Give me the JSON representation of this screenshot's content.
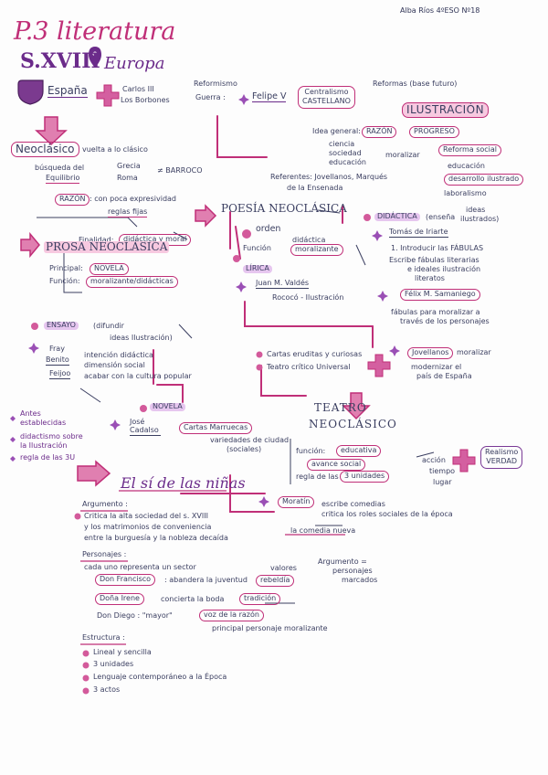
{
  "author": "Alba Ríos 4ºESO Nº18",
  "title": "P.3 literatura",
  "century": "S.XVIII",
  "region": "Europa",
  "spain": {
    "label": "España",
    "carlos": "Carlos III",
    "borbones": "Los Borbones",
    "reformismo": "Reformismo",
    "guerra": "Guerra :",
    "felipe": "Felipe V",
    "centralismo": "Centralismo",
    "castellano": "CASTELLANO",
    "reformas": "Reformas (base futuro)"
  },
  "ilustracion": {
    "title": "ILUSTRACIÓN",
    "idea": "Idea general:",
    "razon": "RAZÓN",
    "progreso": "PROGRESO",
    "ciencia": "ciencia",
    "sociedad": "sociedad",
    "educacion": "educación",
    "moralizar": "moralizar",
    "reforma": "Reforma social",
    "r1": "educación",
    "r2": "desarrollo ilustrado",
    "r3": "laboralismo",
    "ref_label": "Referentes: Jovellanos, Marqués",
    "ref_label2": "de la Ensenada"
  },
  "neoclasico": {
    "title": "Neoclásico",
    "vuelta": "vuelta a lo clásico",
    "busqueda": "búsqueda del",
    "equilibrio": "Equilibrio",
    "grecia": "Grecia",
    "roma": "Roma",
    "barroco": "≠ BARROCO",
    "razon": "RAZÓN",
    "control": ": con poca expresividad",
    "reglas": "reglas fijas",
    "finalidad": "Finalidad:",
    "didactica": "didáctica y moral"
  },
  "poesia": {
    "title": "POESÍA NEOCLÁSICA",
    "orden": "orden",
    "funcion": "Función",
    "didactica": "didáctica",
    "moralizante": "moralizante",
    "lirica": "LÍRICA",
    "juan": "Juan M. Valdés",
    "rococo": "Rococó - Ilustración",
    "didactica_label": "DIDÁCTICA",
    "ensenar": "(enseña",
    "ideas": "ideas",
    "ilustrados": "ilustrados)",
    "iriarte": "Tomás de Iriarte",
    "i1": "1. Introducir las FÁBULAS",
    "i2": "Escribe fábulas literarias",
    "i3": "e ideales ilustración",
    "i4": "literatos",
    "samaniego": "Félix M. Samaniego",
    "s1": "fábulas para moralizar a",
    "s2": "través de los personajes"
  },
  "prosa": {
    "title": "PROSA NEOCLÁSICA",
    "principal": "Principal:",
    "novela": "NOVELA",
    "funcion": "Función:",
    "moralizante": "moralizante/didácticas",
    "ensayo": "ENSAYO",
    "difundir": "(difundir",
    "ideas": "ideas Ilustración)",
    "feijoo1": "Fray",
    "feijoo2": "Benito",
    "feijoo3": "Feijoo",
    "f1": "intención didáctica",
    "f2": "dimensión social",
    "f3": "acabar con la cultura popular",
    "cadalso_cartas": "Cartas eruditas y curiosas",
    "teatro_critico": "Teatro crítico Universal",
    "jovellanos": "Jovellanos",
    "jov1": "moralizar",
    "jov2": "modernizar el",
    "jov3": "país de España",
    "cadalso": "José Cadalso",
    "cartas": "Cartas Marruecas",
    "cartas_desc": "variedades de ciudad",
    "cartas_desc2": "(sociales)"
  },
  "notas": {
    "n1": "Antes",
    "n2": "establecidas",
    "n3": "didactismo sobre",
    "n4": "la Ilustración",
    "n5": "regla de las 3U"
  },
  "teatro": {
    "title1": "TEATRO",
    "title2": "NEOCLÁSICO",
    "f": "función:",
    "fv": "educativa",
    "a": "avance social",
    "r": "regla de las",
    "rv": "3 unidades",
    "acc": "acción",
    "tiempo": "tiempo",
    "lugar": "lugar",
    "realismo": "Realismo",
    "verdad": "VERDAD"
  },
  "si": {
    "title": "El sí de las niñas",
    "moratin": "Moratín",
    "m1": "escribe comedias",
    "m2": "critica los roles sociales de la época",
    "m3": "la comedia nueva",
    "arg": "Argumento :",
    "arg1": "Critica la alta sociedad del s. XVIII",
    "arg2": "y los matrimonios de conveniencia",
    "arg3": "entre la burguesía y la nobleza decaída",
    "pers": "Personajes :",
    "p1": "cada uno representa un sector",
    "paco": "Don Francisco",
    "paco2": ": abandera la juventud",
    "rebeldia": "rebeldía",
    "valores": "valores",
    "pers_argumento": "Argumento =",
    "pers_argumento2": "personajes",
    "pers_argumento3": "marcados",
    "irene": "Doña Irene",
    "irene2": "concierta la boda",
    "tradicion": "tradición",
    "diego": "Don Diego : \"mayor\"",
    "diego2": "voz de la razón",
    "diego3": "principal personaje moralizante",
    "estr": "Estructura :",
    "e1": "Lineal y sencilla",
    "e2": "3 unidades",
    "e3": "Lenguaje contemporáneo a la Época",
    "e4": "3 actos"
  }
}
